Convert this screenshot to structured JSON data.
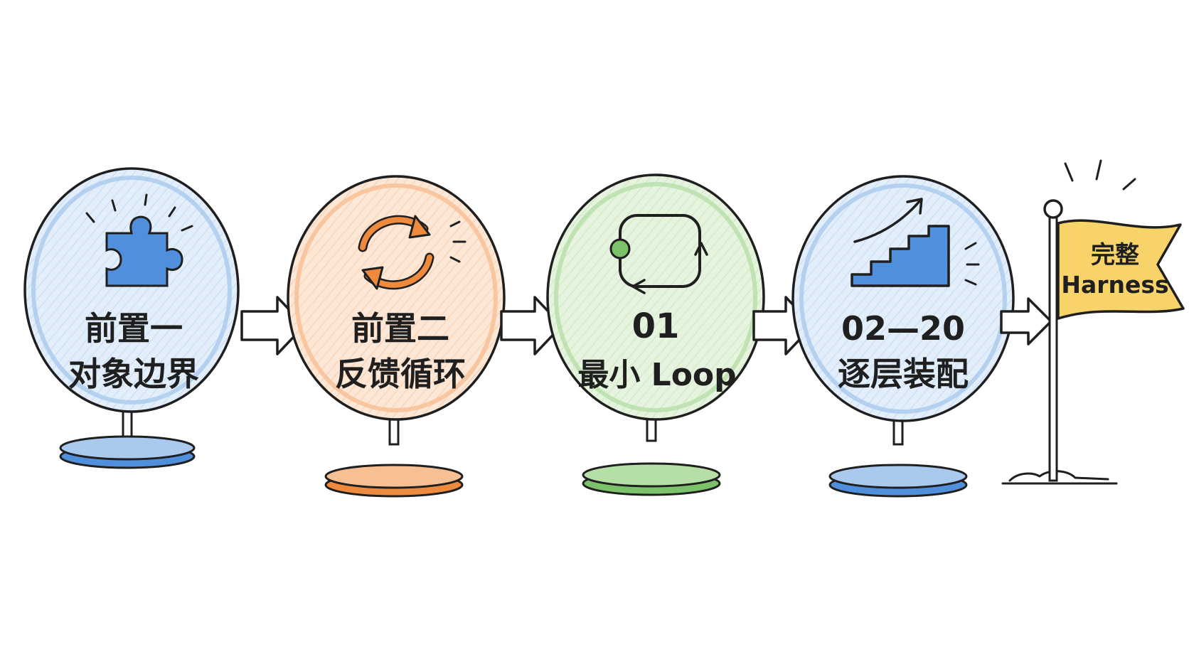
{
  "colors": {
    "ink": "#1f1f1f",
    "blue_fill": "#e3eefb",
    "blue_edge": "#a9c9ee",
    "blue_accent": "#4f8fdc",
    "orange_fill": "#fde7d6",
    "orange_edge": "#f6bf94",
    "orange_accent": "#ee8a3d",
    "green_fill": "#e6f4df",
    "green_edge": "#b6dea7",
    "green_accent": "#7cc26a",
    "flag_yellow": "#f8d36a"
  },
  "stages": [
    {
      "id": "stage-1",
      "icon": "puzzle-piece-icon",
      "color": "blue",
      "line1": "前置一",
      "line2": "对象边界"
    },
    {
      "id": "stage-2",
      "icon": "refresh-cycle-icon",
      "color": "orange",
      "line1": "前置二",
      "line2": "反馈循环"
    },
    {
      "id": "stage-3",
      "icon": "loop-icon",
      "color": "green",
      "line1": "01",
      "line2": "最小 Loop"
    },
    {
      "id": "stage-4",
      "icon": "stairs-growth-icon",
      "color": "blue",
      "line1": "02—20",
      "line2": "逐层装配"
    }
  ],
  "finish": {
    "icon": "finish-flag-icon",
    "line1": "完整",
    "line2": "Harness"
  },
  "connectors": [
    {
      "icon": "arrow-right-icon"
    },
    {
      "icon": "arrow-right-icon"
    },
    {
      "icon": "arrow-right-icon"
    },
    {
      "icon": "arrow-right-icon"
    }
  ]
}
